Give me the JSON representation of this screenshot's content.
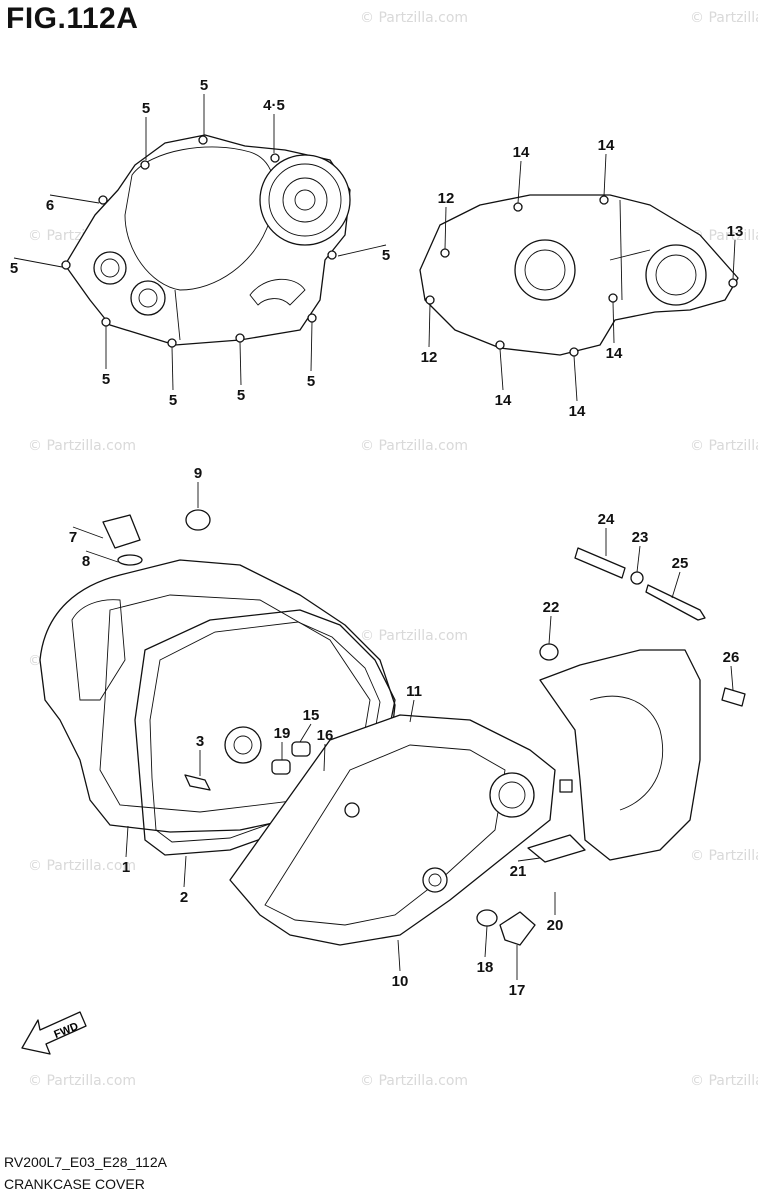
{
  "title": "FIG.112A",
  "footer": {
    "code": "RV200L7_E03_E28_112A",
    "name": "CRANKCASE COVER"
  },
  "watermark": "© Partzilla.com",
  "fwd_label": "FWD",
  "callouts": {
    "top_left": [
      "5",
      "5",
      "4·5",
      "6",
      "5",
      "5",
      "5",
      "5",
      "5",
      "5"
    ],
    "top_right": [
      "14",
      "14",
      "12",
      "13",
      "12",
      "14",
      "14",
      "14"
    ],
    "main": [
      "9",
      "7",
      "8",
      "1",
      "2",
      "3",
      "19",
      "15",
      "16",
      "11",
      "10",
      "18",
      "17",
      "24",
      "23",
      "25",
      "22",
      "26",
      "21",
      "20"
    ]
  }
}
